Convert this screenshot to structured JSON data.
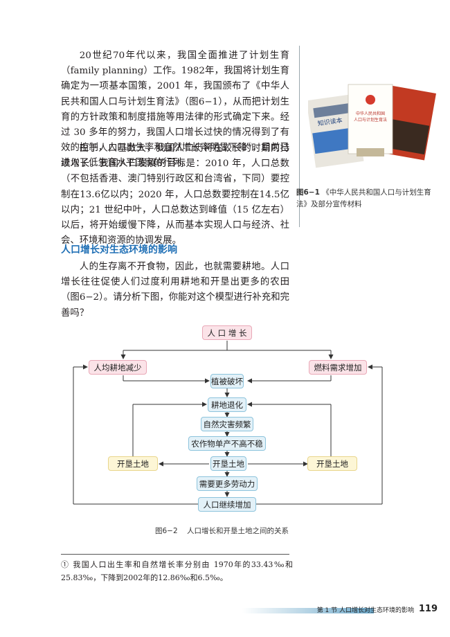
{
  "body": {
    "p1_before": "20世纪70年代以来，我国全面推进了计划生育（family planning）工作。1982年，我国将计划生育确定为一项基本国策，2001 年，我国颁布了《中华人民共和国人口与计划生育法》（图6−1），从而把计划生育的方针政策和制度措施等用法律的形式确定下来。经过 30 多年的努力，我国人口增长过快的情况得到了有效的控制，人口出生率和自然增长率明显下降",
    "p1_mark": "①",
    "p1_after": "，目前已进入了低生育水平国家的行列。",
    "p2": "由于人口基数大，我国人口仍将在较长的时期内持续增长。我国人口发展的目标是：2010 年，人口总数（不包括香港、澳门特别行政区和台湾省，下同）要控制在13.6亿以内；2020 年，人口总数要控制在14.5亿以内；21 世纪中叶，人口总数达到峰值（15 亿左右）以后，将开始缓慢下降，从而基本实现人口与经济、社会、环境和资源的协调发展。",
    "heading": "人口增长对生态环境的影响",
    "p3": "人的生存离不开食物，因此，也就需要耕地。人口增长往往促使人们过度利用耕地和开垦出更多的农田（图6−2）。请分析下图，你能对这个模型进行补充和完善吗？"
  },
  "figure1": {
    "num": "图6−1",
    "caption": "《中华人民共和国人口与计划生育法》及部分宣传材料",
    "book1_title": "中华人民共和国人口与计划生育法",
    "book2_title": "知识读本"
  },
  "diagram": {
    "top": "人  口  增  长",
    "left_top": "人均耕地减少",
    "right_top": "燃料需求增加",
    "chain": [
      "植被破坏",
      "耕地退化",
      "自然灾害频繁",
      "农作物单产不高不稳",
      "开垦土地",
      "需要更多劳动力",
      "人口继续增加"
    ],
    "left_mid": "开垦土地",
    "right_mid": "开垦土地"
  },
  "figure2": {
    "num": "图6−2",
    "caption": "人口增长和开垦土地之间的关系"
  },
  "footnote": {
    "mark": "①",
    "text": "我国人口出生率和自然增长率分别由 1970年的33.43‰和25.83‰，下降到2002年的12.86‰和6.5‰。"
  },
  "footer": {
    "section": "第 1 节  人口增长对生态环境的影响",
    "page": "119"
  },
  "colors": {
    "heading": "#1f6fb5",
    "pink_box": "#fbe3e8",
    "blue_box": "#e3f1f8",
    "yellow_box": "#fdf6d6",
    "footer_bar": "#6aa7c9"
  }
}
